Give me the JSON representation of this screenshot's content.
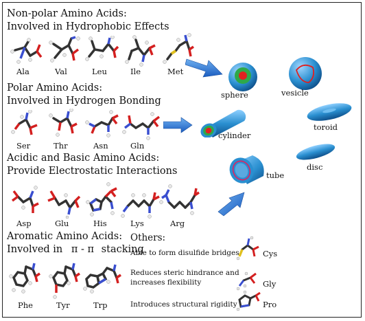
{
  "sections": [
    {
      "title": "Non-polar Amino Acids:",
      "subtitle": "Involved in Hydrophobic Effects",
      "acids": [
        "Ala",
        "Val",
        "Leu",
        "Ile",
        "Met"
      ]
    },
    {
      "title": "Polar Amino Acids:",
      "subtitle": "Involved in Hydrogen Bonding",
      "acids": [
        "Ser",
        "Thr",
        "Asn",
        "Gln"
      ]
    },
    {
      "title": "Acidic and Basic Amino Acids:",
      "subtitle": "Provide Electrostatic Interactions",
      "acids": [
        "Asp",
        "Glu",
        "His",
        "Lys",
        "Arg"
      ]
    },
    {
      "title": "Aromatic Amino Acids:",
      "subtitle_prefix": "Involved in",
      "subtitle_symbol": "π - π",
      "subtitle_suffix": "stacking",
      "acids": [
        "Phe",
        "Tyr",
        "Trp"
      ]
    }
  ],
  "others": {
    "title": "Others:",
    "items": [
      {
        "desc": [
          "Able to form disulfide bridges"
        ],
        "acid": "Cys"
      },
      {
        "desc": [
          "Reduces steric hindrance and",
          "increases  flexibility"
        ],
        "acid": "Gly"
      },
      {
        "desc": [
          "Introduces structural rigidity"
        ],
        "acid": "Pro"
      }
    ]
  },
  "structures": [
    "sphere",
    "vesicle",
    "cylinder",
    "toroid",
    "tube",
    "disc"
  ],
  "colors": {
    "carbon": "#333333",
    "oxygen": "#d42020",
    "nitrogen": "#3a4fd0",
    "hydrogen": "#e8e8e8",
    "sulfur": "#e0c020",
    "assembly_blue": "#2a8fd0",
    "arrow_blue": "#2a6fd0",
    "core_green": "#2ea84a",
    "core_red": "#e02020"
  }
}
